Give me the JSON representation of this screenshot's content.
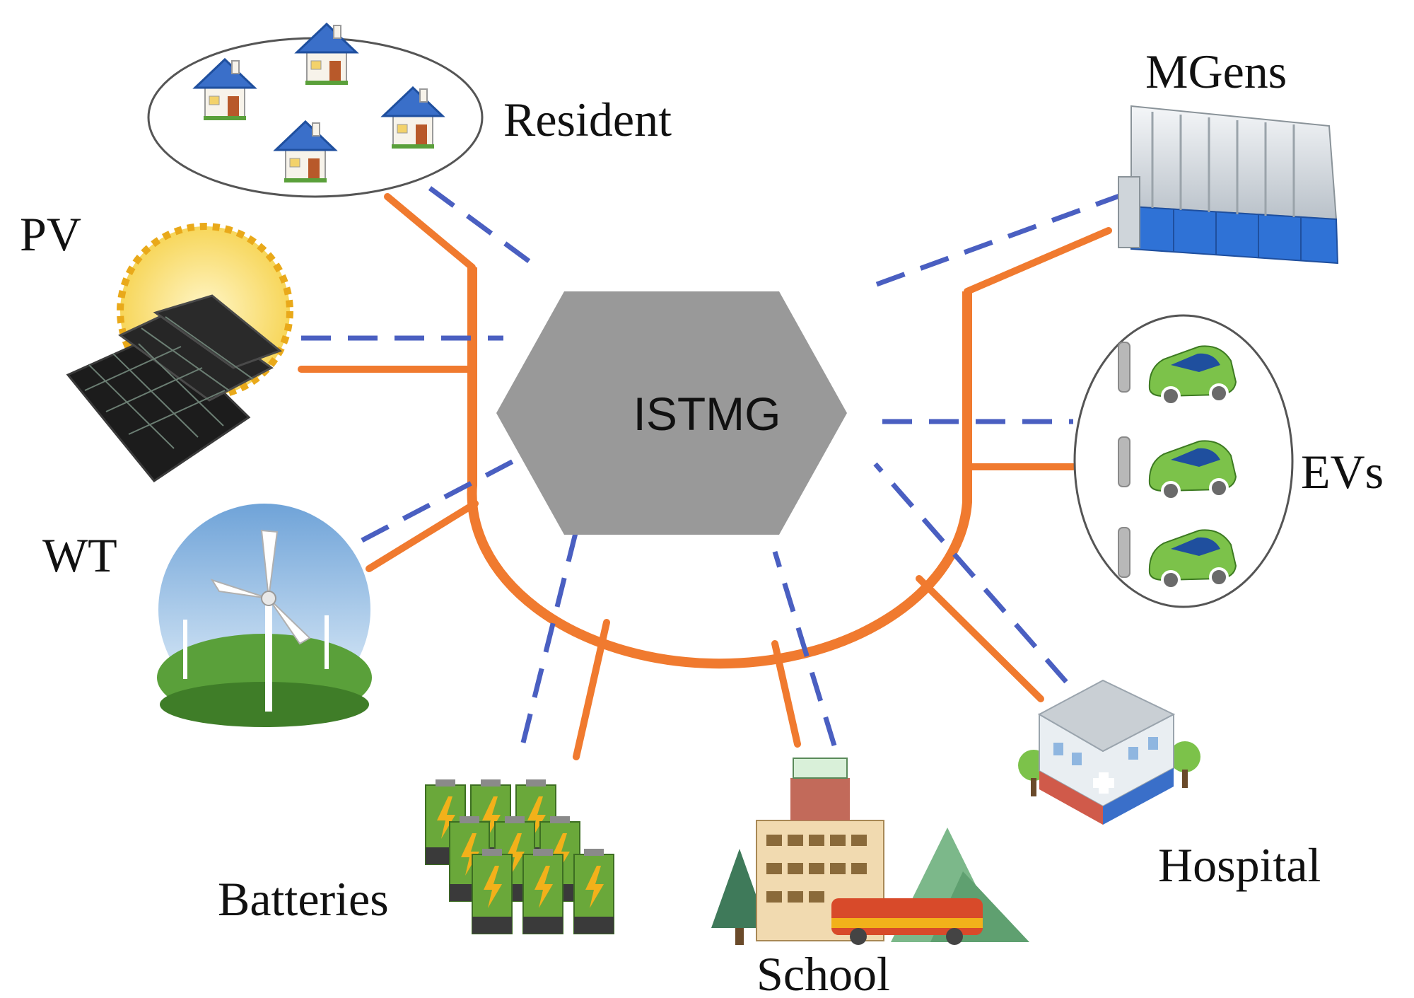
{
  "hub": {
    "label": "ISTMG",
    "fill": "#999999"
  },
  "nodes": {
    "resident": {
      "label": "Resident",
      "icon": "houses-icon"
    },
    "pv": {
      "label": "PV",
      "icon": "solar-panel-icon"
    },
    "wt": {
      "label": "WT",
      "icon": "wind-turbine-icon"
    },
    "batteries": {
      "label": "Batteries",
      "icon": "battery-icon"
    },
    "school": {
      "label": "School",
      "icon": "school-icon"
    },
    "hospital": {
      "label": "Hospital",
      "icon": "hospital-icon"
    },
    "evs": {
      "label": "EVs",
      "icon": "electric-car-icon"
    },
    "mgens": {
      "label": "MGens",
      "icon": "generator-icon"
    }
  },
  "colors": {
    "power_line": "#f07a2f",
    "data_line": "#4a5fc1",
    "roof": "#3a6fc9",
    "car": "#7cc24a",
    "battery": "#6aa83a",
    "bolt": "#f2b11a",
    "grass": "#5aa03a",
    "generator_base": "#2f72d6"
  }
}
